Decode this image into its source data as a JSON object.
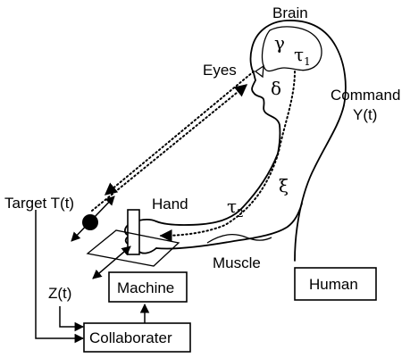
{
  "labels": {
    "brain": "Brain",
    "gamma": "γ",
    "tau1_base": "τ",
    "tau1_sub": "1",
    "eyes": "Eyes",
    "delta": "δ",
    "command_line1": "Command",
    "command_line2": "Y(t)",
    "xi": "ξ",
    "hand": "Hand",
    "tau2_base": "τ",
    "tau2_sub": "2",
    "target": "Target T(t)",
    "muscle": "Muscle",
    "z": "Z(t)",
    "machine": "Machine",
    "human": "Human",
    "collaborater": "Collaborater"
  }
}
